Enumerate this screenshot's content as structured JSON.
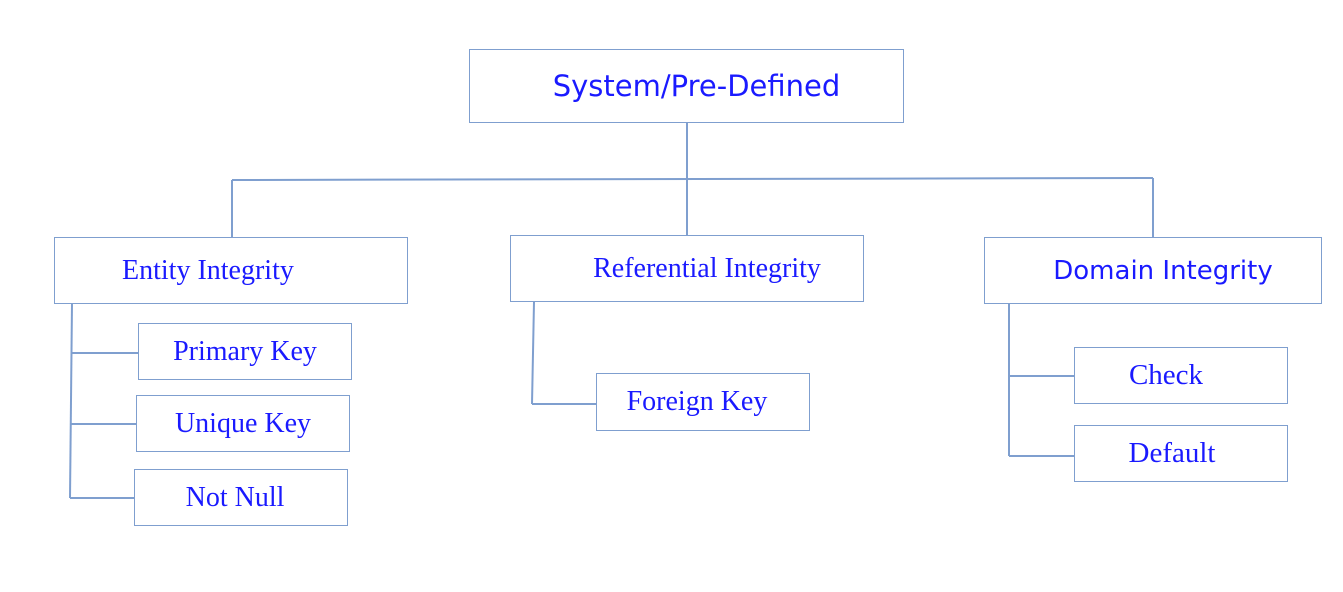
{
  "root": {
    "label": "System/Pre-Defined"
  },
  "categories": [
    {
      "label": "Entity Integrity",
      "children": [
        "Primary Key",
        "Unique Key",
        "Not Null"
      ]
    },
    {
      "label": "Referential Integrity",
      "children": [
        "Foreign Key"
      ]
    },
    {
      "label": "Domain Integrity",
      "children": [
        "Check",
        "Default"
      ]
    }
  ],
  "colors": {
    "line": "#7f9fcf",
    "text": "#1a1aff"
  }
}
